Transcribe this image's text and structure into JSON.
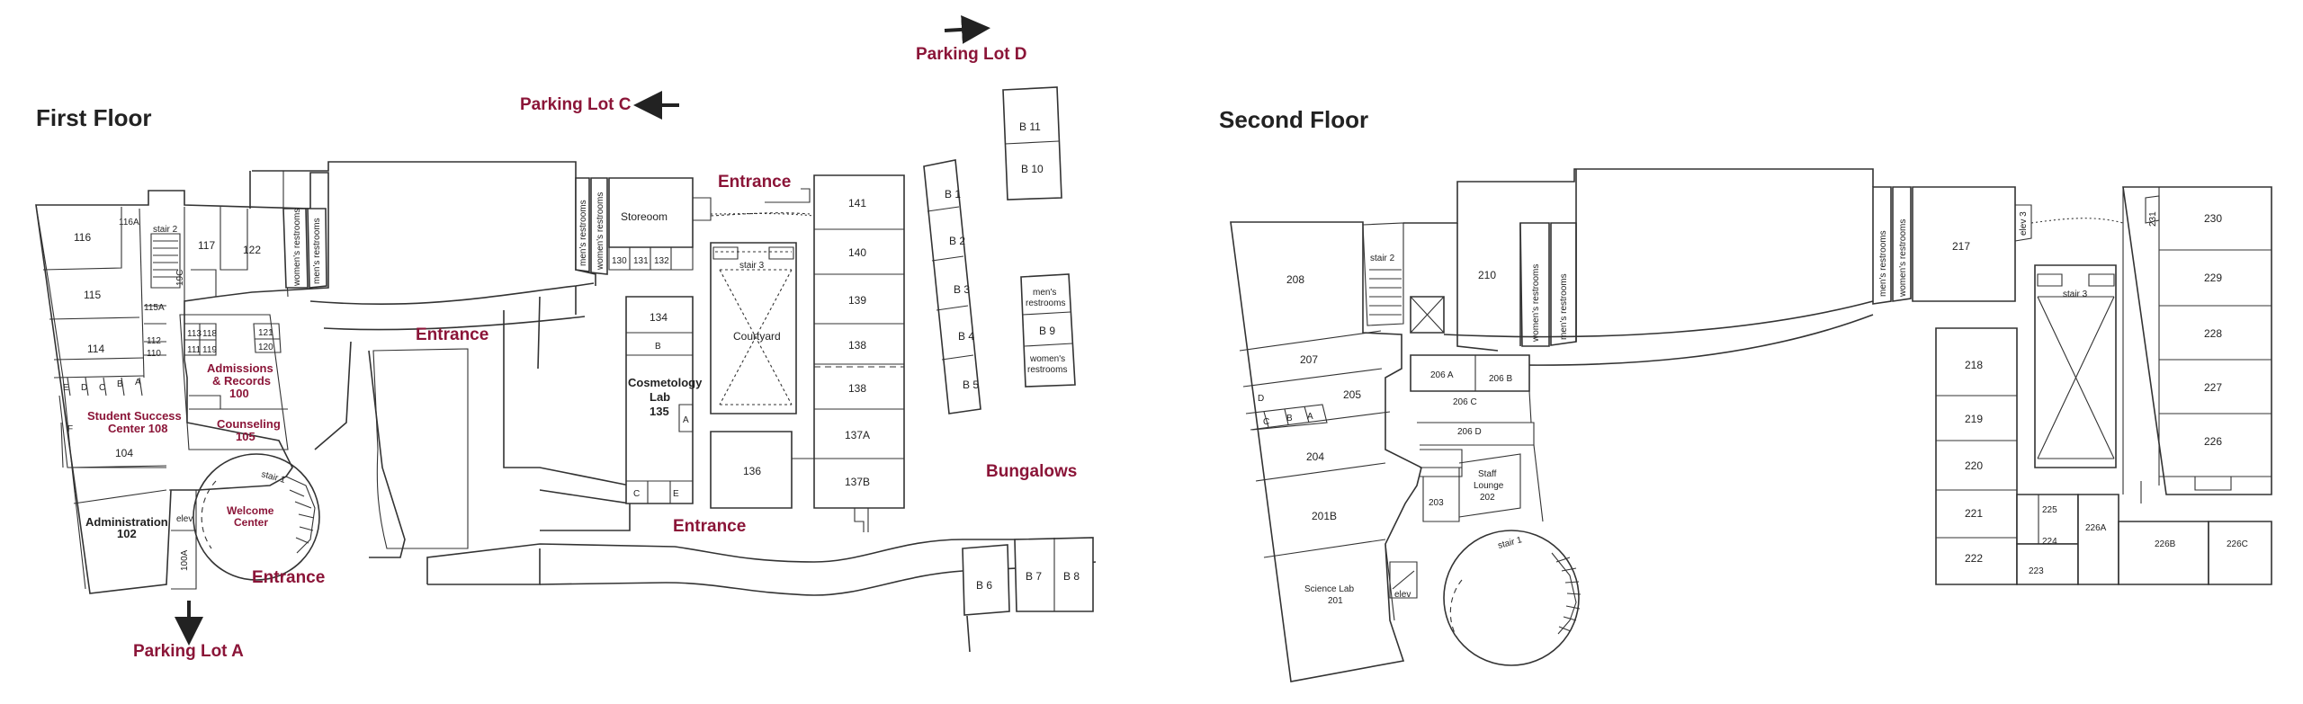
{
  "accent_color": "#8b1538",
  "floors": {
    "first": "First Floor",
    "second": "Second Floor"
  },
  "labels": {
    "parking_lot_a": "Parking Lot A",
    "parking_lot_c": "Parking Lot C",
    "parking_lot_d": "Parking Lot D",
    "entrance": "Entrance",
    "bungalows": "Bungalows",
    "student_success": [
      "Student Success",
      "Center 108"
    ],
    "admissions": [
      "Admissions",
      "& Records",
      "100"
    ],
    "counseling": [
      "Counseling",
      "105"
    ],
    "welcome": [
      "Welcome",
      "Center"
    ]
  },
  "first_floor_rooms": {
    "r116": "116",
    "r116a": "116A",
    "stair2": "stair 2",
    "r117": "117",
    "r122": "122",
    "r115": "115",
    "r115a": "115A",
    "r114": "114",
    "r112": "112",
    "r110": "110",
    "r113": "113",
    "r118": "118",
    "r111": "111",
    "r119": "119",
    "r121": "121",
    "r120": "120",
    "e": "E",
    "d": "D",
    "c": "C",
    "b": "B",
    "a": "A",
    "f": "F",
    "r104": "104",
    "administration": [
      "Administration",
      "102"
    ],
    "r100a": "100A",
    "elev": "elev",
    "stair1": "stair 1",
    "womens_restrooms": "women's restrooms",
    "mens_restrooms": "men's restrooms",
    "storeroom": "Storeoom",
    "r130": "130",
    "r131": "131",
    "r132": "132",
    "r134": "134",
    "rB": "B",
    "cosmetology": [
      "Cosmetology",
      "Lab",
      "135"
    ],
    "rA": "A",
    "rC": "C",
    "rE": "E",
    "stair3": "stair 3",
    "courtyard": "Courtyard",
    "r141": "141",
    "r140": "140",
    "r139": "139",
    "r138a": "138",
    "r138b": "138",
    "r137a": "137A",
    "r137b": "137B",
    "r136": "136",
    "b1": "B 1",
    "b2": "B 2",
    "b3": "B 3",
    "b4": "B 4",
    "b5": "B 5",
    "b6": "B 6",
    "b7": "B 7",
    "b8": "B 8",
    "b9": "B 9",
    "b10": "B 10",
    "b11": "B 11",
    "bung_mens": [
      "men's",
      "restrooms"
    ],
    "bung_womens": [
      "women's",
      "restrooms"
    ],
    "r19c": "19C"
  },
  "second_floor_rooms": {
    "r208": "208",
    "r207": "207",
    "d": "D",
    "c": "C",
    "b": "B",
    "a": "A",
    "r205": "205",
    "r204": "204",
    "r201b": "201B",
    "science_lab": [
      "Science Lab",
      "201"
    ],
    "elev": "elev",
    "stair2": "stair 2",
    "r210": "210",
    "womens_restrooms": "women's restrooms",
    "mens_restrooms": "men's restrooms",
    "r206a": "206 A",
    "r206b": "206 B",
    "r206c": "206 C",
    "r206d": "206 D",
    "r203": "203",
    "staff_lounge": [
      "Staff",
      "Lounge",
      "202"
    ],
    "stair1": "stair 1",
    "r217": "217",
    "elev3": "elev 3",
    "r231": "231",
    "r230": "230",
    "r229": "229",
    "stair3": "stair 3",
    "r228": "228",
    "r227": "227",
    "r226": "226",
    "r218": "218",
    "r219": "219",
    "r220": "220",
    "r221": "221",
    "r222": "222",
    "r225": "225",
    "r224": "224",
    "r223": "223",
    "r226a": "226A",
    "r226b": "226B",
    "r226c": "226C"
  }
}
